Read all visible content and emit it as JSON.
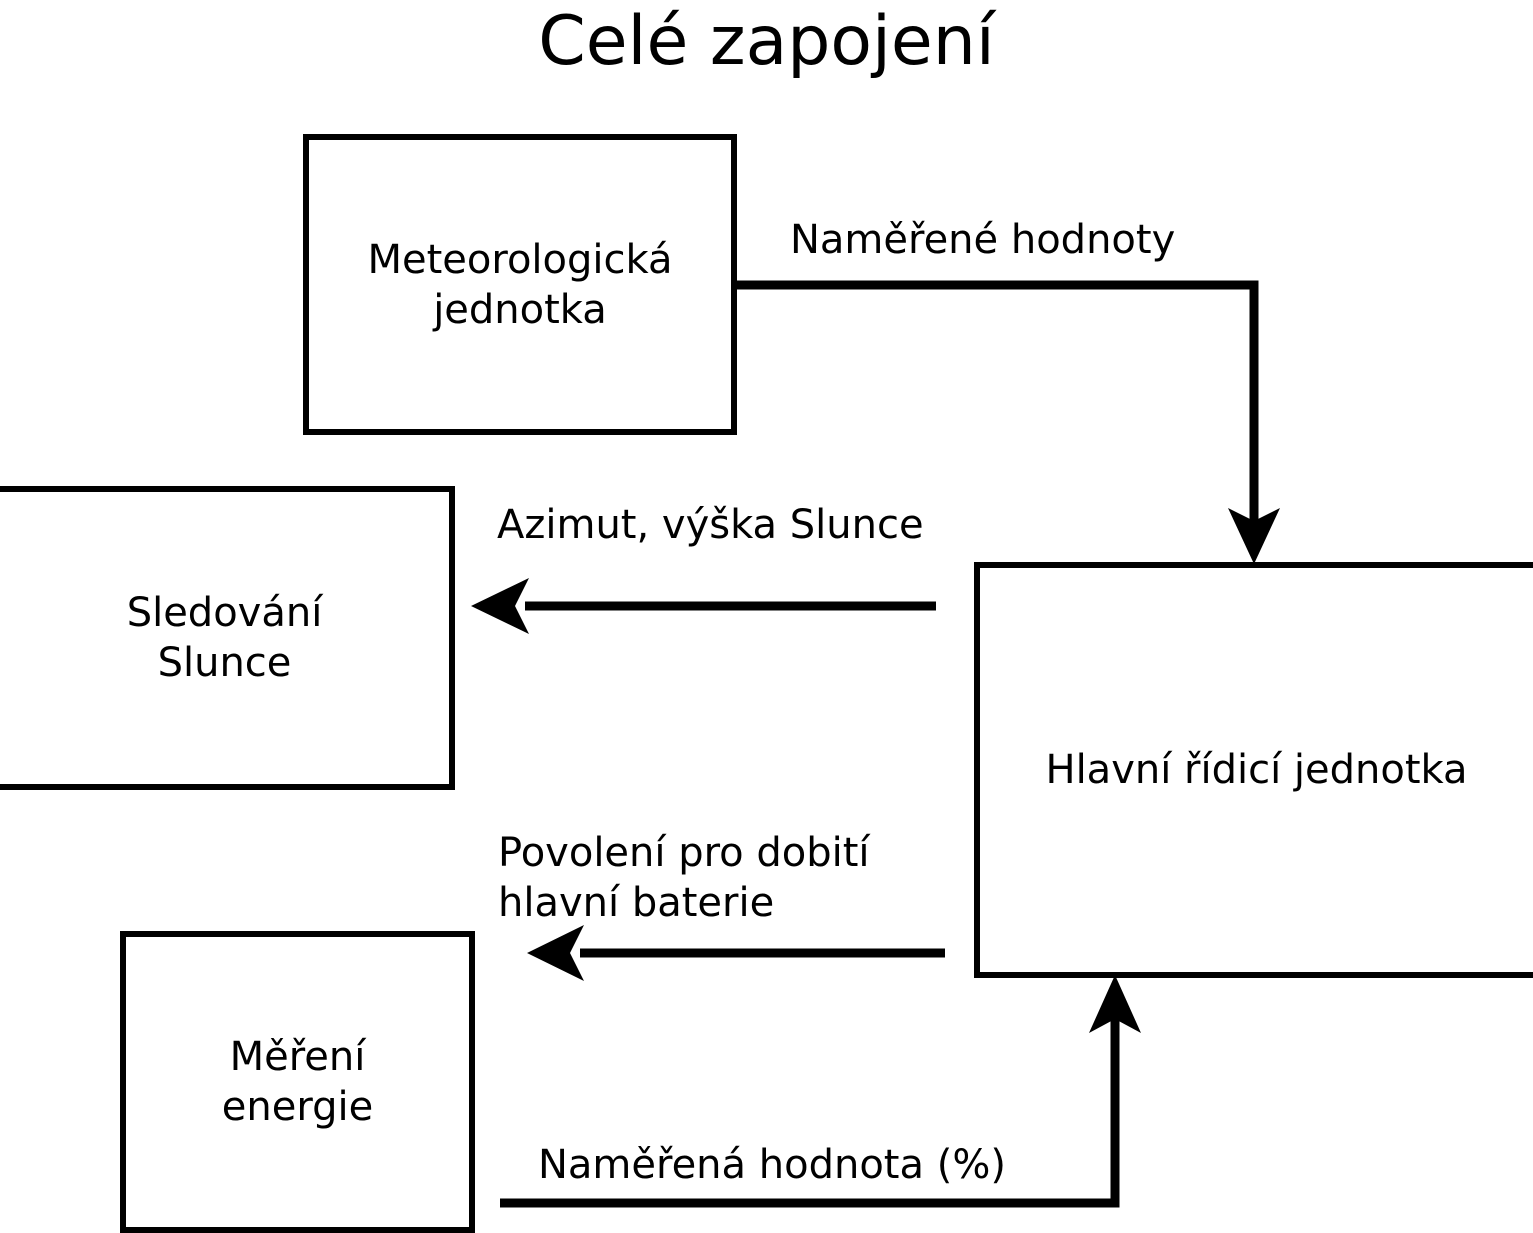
{
  "diagram": {
    "title": "Celé zapojení",
    "type": "block-diagram",
    "background": "#ffffff",
    "stroke_color": "#000000",
    "nodes": [
      {
        "id": "meteo",
        "label": "Meteorologická\njednotka"
      },
      {
        "id": "sun",
        "label": "Sledování\nSlunce"
      },
      {
        "id": "main",
        "label": "Hlavní řídicí jednotka"
      },
      {
        "id": "energy",
        "label": "Měření\nenergie"
      }
    ],
    "edges": [
      {
        "id": "measured-values",
        "label": "Naměřené hodnoty",
        "from": "meteo",
        "to": "main"
      },
      {
        "id": "azimuth",
        "label": "Azimut, výška Slunce",
        "from": "main",
        "to": "sun"
      },
      {
        "id": "charge-permission",
        "label": "Povolení pro dobití\nhlavní baterie",
        "from": "main",
        "to": "energy"
      },
      {
        "id": "measured-percent",
        "label": "Naměřená hodnota (%)",
        "from": "energy",
        "to": "main"
      }
    ]
  }
}
